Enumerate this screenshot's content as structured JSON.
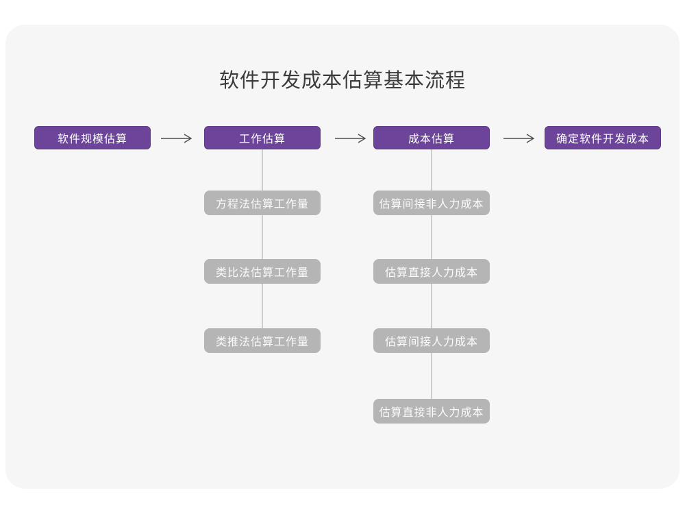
{
  "title": "软件开发成本估算基本流程",
  "flow": {
    "stages": [
      {
        "label": "软件规模估算"
      },
      {
        "label": "工作估算"
      },
      {
        "label": "成本估算"
      },
      {
        "label": "确定软件开发成本"
      }
    ],
    "work_substeps": [
      {
        "label": "方程法估算工作量"
      },
      {
        "label": "类比法估算工作量"
      },
      {
        "label": "类推法估算工作量"
      }
    ],
    "cost_substeps": [
      {
        "label": "估算间接非人力成本"
      },
      {
        "label": "估算直接人力成本"
      },
      {
        "label": "估算间接人力成本"
      },
      {
        "label": "估算直接非人力成本"
      }
    ]
  },
  "colors": {
    "page_bg": "#ffffff",
    "card_bg": "#f6f6f7",
    "stage_fill": "#6c4499",
    "stage_border": "#5c3a86",
    "stage_text": "#ffffff",
    "substep_fill": "#b5b5b5",
    "substep_text": "#fbfbfb",
    "arrow": "#4d4d4d",
    "connector": "#cdcdcd",
    "title_text": "#3b3b3b"
  }
}
